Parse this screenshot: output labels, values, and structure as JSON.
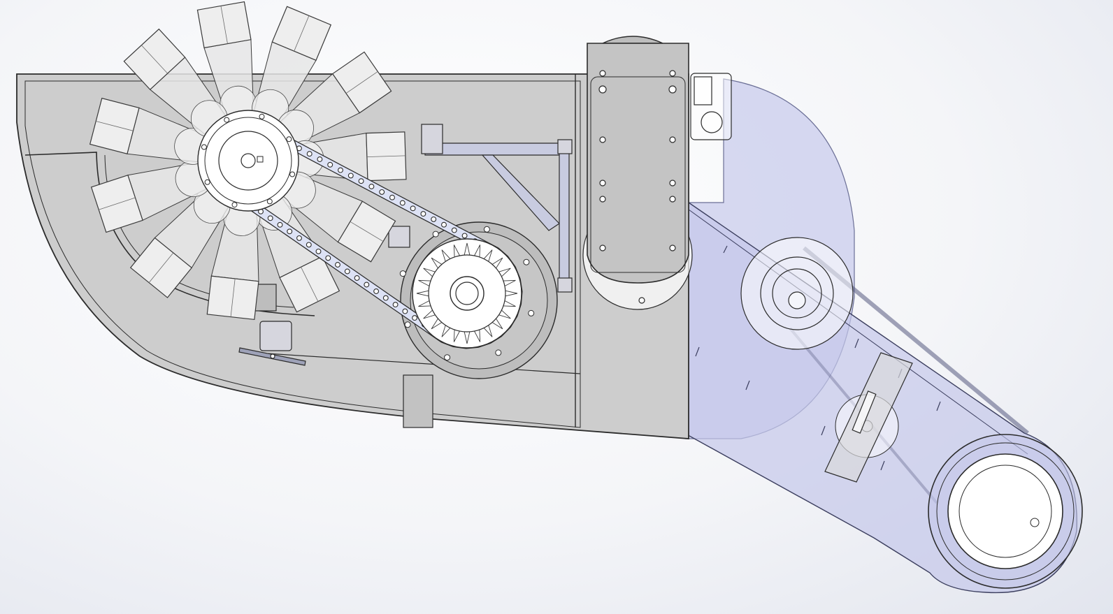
{
  "scene": {
    "kind": "cad-viewport",
    "colors": {
      "background": "#ffffff",
      "housing_fill": "#cdcdcd",
      "housing_stroke": "#2b2b2b",
      "guard_fill": "#c9ccec",
      "chain_fill": "#dde2f5",
      "sprocket_fill": "#ffffff",
      "blade_fill": "#e6e6e6"
    },
    "icons": [
      "paddle-wheel",
      "drive-sprocket",
      "roller-chain",
      "belt-guard",
      "pulley"
    ]
  }
}
